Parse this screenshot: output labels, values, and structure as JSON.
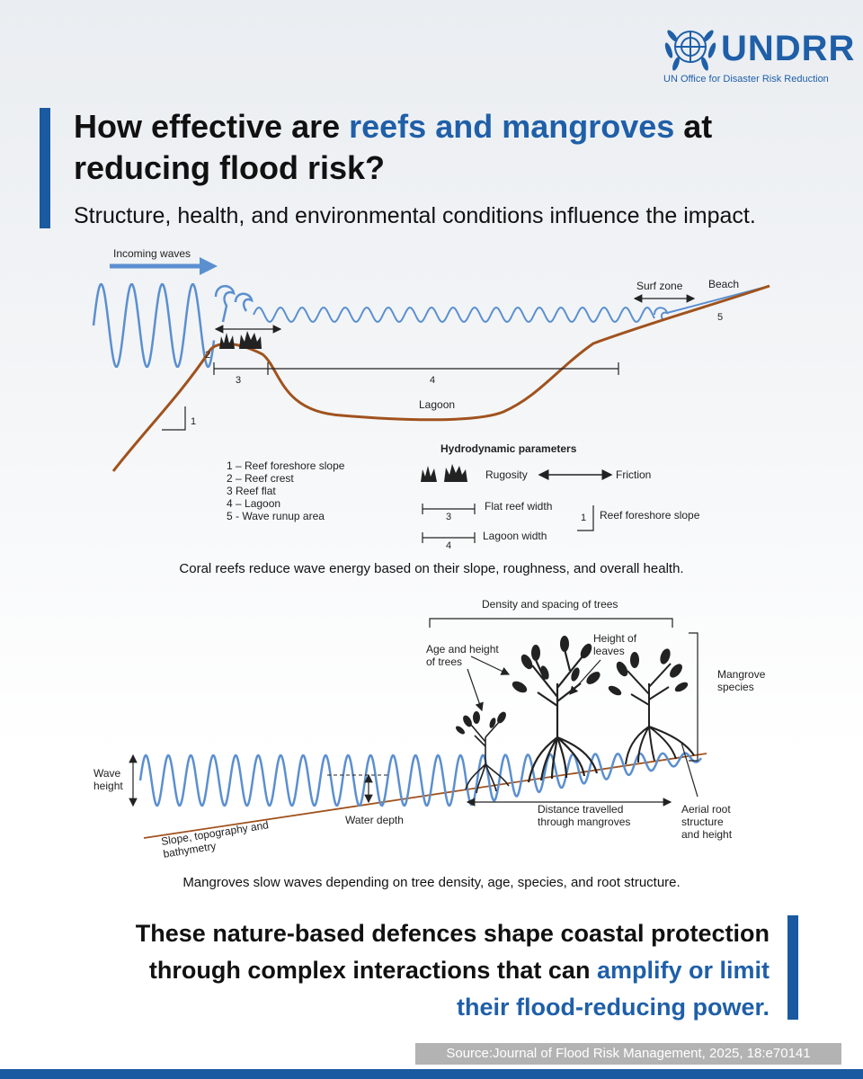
{
  "logo": {
    "name": "UNDRR",
    "subtitle": "UN Office for Disaster Risk Reduction",
    "icon": "un-emblem-icon"
  },
  "headline": {
    "part1": "How effective are ",
    "highlight": "reefs and mangroves",
    "part2": " at reducing flood risk?"
  },
  "subtitle": "Structure, health, and environmental conditions influence the impact.",
  "reef": {
    "incoming_waves": "Incoming waves",
    "surf_zone": "Surf zone",
    "beach": "Beach",
    "lagoon": "Lagoon",
    "num1": "1",
    "num2": "2",
    "num3": "3",
    "num4": "4",
    "num5": "5",
    "legend": [
      "1 – Reef foreshore slope",
      "2 – Reef crest",
      "3   Reef flat",
      "4 – Lagoon",
      "5 - Wave runup area"
    ],
    "params_title": "Hydrodynamic parameters",
    "rugosity": "Rugosity",
    "friction": "Friction",
    "flat_reef_width": "Flat reef width",
    "lagoon_width": "Lagoon width",
    "reef_foreshore_slope": "Reef foreshore slope",
    "caption": "Coral reefs reduce wave energy based on their slope, roughness, and overall health."
  },
  "mangrove": {
    "density": "Density and spacing of trees",
    "age_height": [
      "Age and height",
      "of trees"
    ],
    "height_leaves": [
      "Height of",
      "leaves"
    ],
    "species": [
      "Mangrove",
      "species"
    ],
    "wave_height": [
      "Wave",
      "height"
    ],
    "water_depth": "Water depth",
    "slope": [
      "Slope, topography and",
      "bathymetry"
    ],
    "distance": [
      "Distance travelled",
      "through mangroves"
    ],
    "aerial_root": [
      "Aerial root",
      "structure",
      "and height"
    ],
    "caption": "Mangroves slow waves depending on tree density, age, species, and root structure."
  },
  "closing": {
    "part1": "These nature-based defences shape coastal protection through complex interactions that can ",
    "highlight": "amplify or limit their flood-reducing power."
  },
  "source": "Source:Journal of Flood Risk Management, 2025, 18:e70141",
  "colors": {
    "accent": "#1f5fa8",
    "bar": "#1a5aa0",
    "wave": "#5b8fd0",
    "seabed": "#a0521d"
  }
}
